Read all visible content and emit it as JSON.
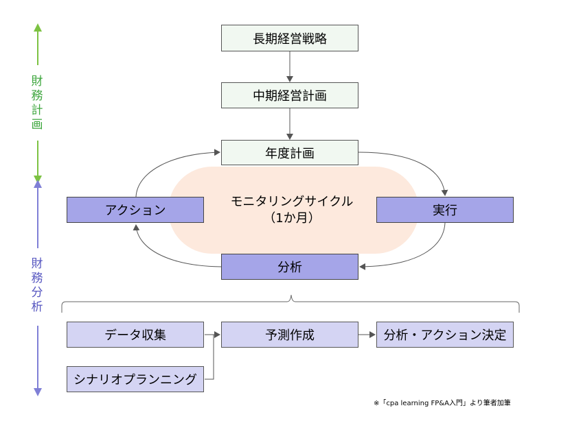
{
  "boxes": {
    "long_term": "長期経営戦略",
    "mid_term": "中期経営計画",
    "annual": "年度計画",
    "action": "アクション",
    "execute": "実行",
    "analysis": "分析",
    "data_collection": "データ収集",
    "forecast": "予測作成",
    "decision": "分析・アクション決定",
    "scenario": "シナリオプランニング"
  },
  "cycle": {
    "line1": "モニタリングサイクル",
    "line2": "（1か月）"
  },
  "side_labels": {
    "financial_planning": "財務計画",
    "financial_analysis": "財務分析"
  },
  "colors": {
    "green_arrow": "#7cc242",
    "purple_arrow": "#7f7fd6",
    "blob": "#fde9dd"
  },
  "footnote": "※「cpa learning FP&A入門」より筆者加筆"
}
